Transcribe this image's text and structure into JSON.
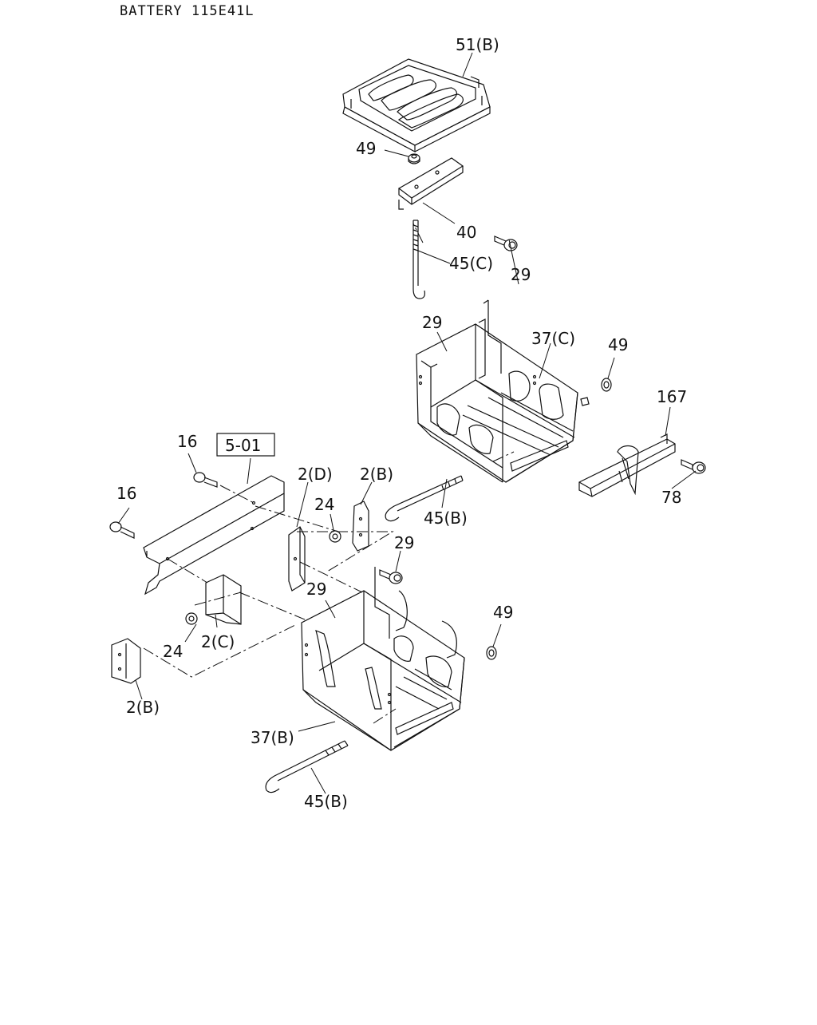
{
  "diagram": {
    "title": "BATTERY 115E41L",
    "labels": {
      "p51b": "51(B)",
      "p49a": "49",
      "p40": "40",
      "p45c": "45(C)",
      "p29a": "29",
      "p29b": "29",
      "p37c": "37(C)",
      "p49b": "49",
      "p167": "167",
      "p78": "78",
      "p45b_top": "45(B)",
      "p16a": "16",
      "p16b": "16",
      "ref501": "5-01",
      "p2d": "2(D)",
      "p2b_top": "2(B)",
      "p24a": "24",
      "p29c": "29",
      "p29d": "29",
      "p49c": "49",
      "p24b": "24",
      "p2c": "2(C)",
      "p2b_bot": "2(B)",
      "p37b": "37(B)",
      "p45b_bot": "45(B)"
    }
  }
}
